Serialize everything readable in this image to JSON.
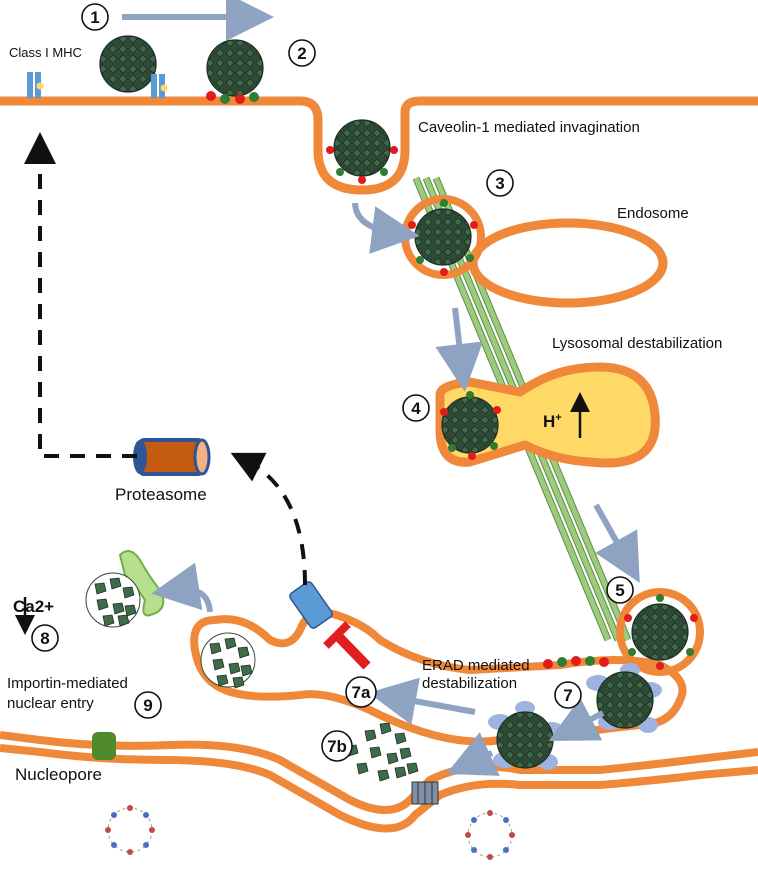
{
  "labels": {
    "class_mhc": "Class I MHC",
    "caveolin": "Caveolin-1 mediated invagination",
    "endosome": "Endosome",
    "lysosomal": "Lysosomal  destabilization",
    "h_plus": "H",
    "h_sup": "+",
    "proteasome": "Proteasome",
    "ca": "Ca2+",
    "erad_1": "ERAD mediated",
    "erad_2": "destabilization",
    "importin_1": "Importin-mediated",
    "importin_2": "nuclear entry",
    "nucleopore": "Nucleopore"
  },
  "steps": [
    "1",
    "2",
    "3",
    "4",
    "5",
    "7",
    "7a",
    "7b",
    "8",
    "9"
  ],
  "colors": {
    "membrane": "#F0883A",
    "virus": "#2F4A36",
    "virus_tile": "#3E6B4A",
    "red_dot": "#E21B1B",
    "green_dot": "#2E7D32",
    "microtubule": "#9CCB7E",
    "lysosome_fill": "#FFD966",
    "arrow_gray": "#8EA3C2",
    "chaperone": "#9FB3E0",
    "channel": "#5B9BD5",
    "inhibitor": "#E02020",
    "proteasome_body": "#C55A11",
    "proteasome_ring": "#2E5597",
    "nucleopore": "#4F8A2B"
  },
  "icons": [
    "virus-icon",
    "mhc-receptor-icon",
    "proteasome-icon",
    "calcium-sensor-icon",
    "translocon-icon",
    "dna-ring-icon"
  ]
}
